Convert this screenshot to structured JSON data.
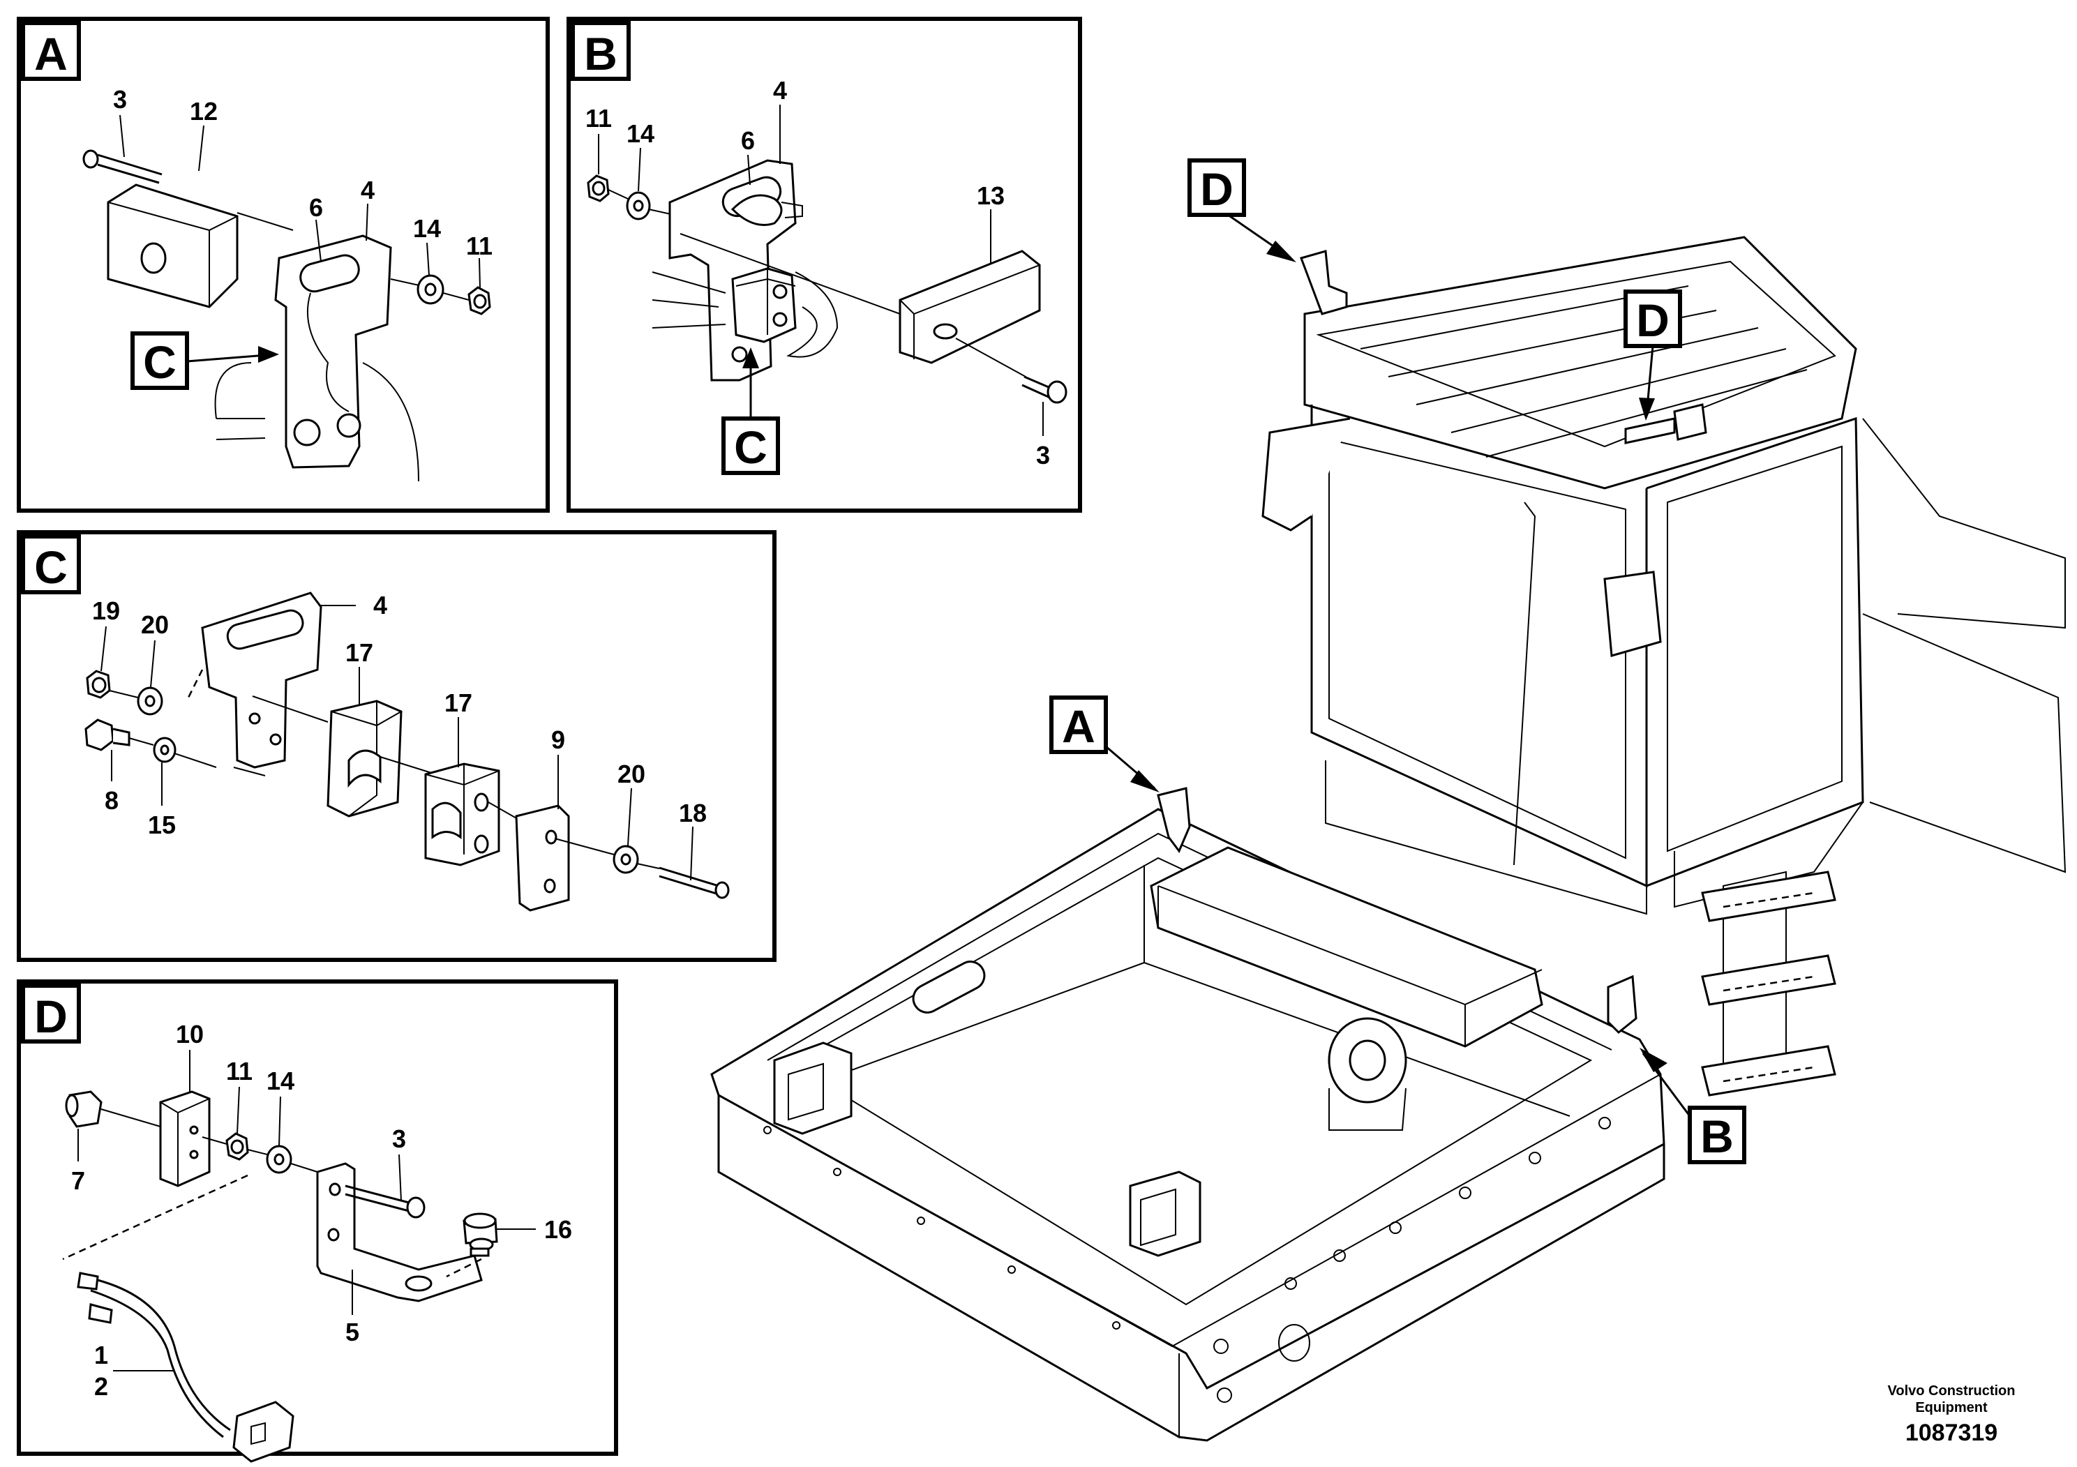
{
  "panels": {
    "A": {
      "letter": "A",
      "callouts": [
        "3",
        "12",
        "6",
        "4",
        "14",
        "11"
      ],
      "ref": "C"
    },
    "B": {
      "letter": "B",
      "callouts": [
        "11",
        "14",
        "6",
        "4",
        "13",
        "3"
      ],
      "ref": "C"
    },
    "C": {
      "letter": "C",
      "callouts": [
        "19",
        "20",
        "4",
        "17",
        "17",
        "9",
        "20",
        "18",
        "8",
        "15"
      ]
    },
    "D": {
      "letter": "D",
      "callouts": [
        "10",
        "11",
        "14",
        "3",
        "7",
        "16",
        "1",
        "2",
        "5"
      ]
    }
  },
  "main_view": {
    "markers": [
      "D",
      "D",
      "A",
      "B"
    ]
  },
  "credit": {
    "line1": "Volvo Construction",
    "line2": "Equipment",
    "number": "1087319"
  }
}
